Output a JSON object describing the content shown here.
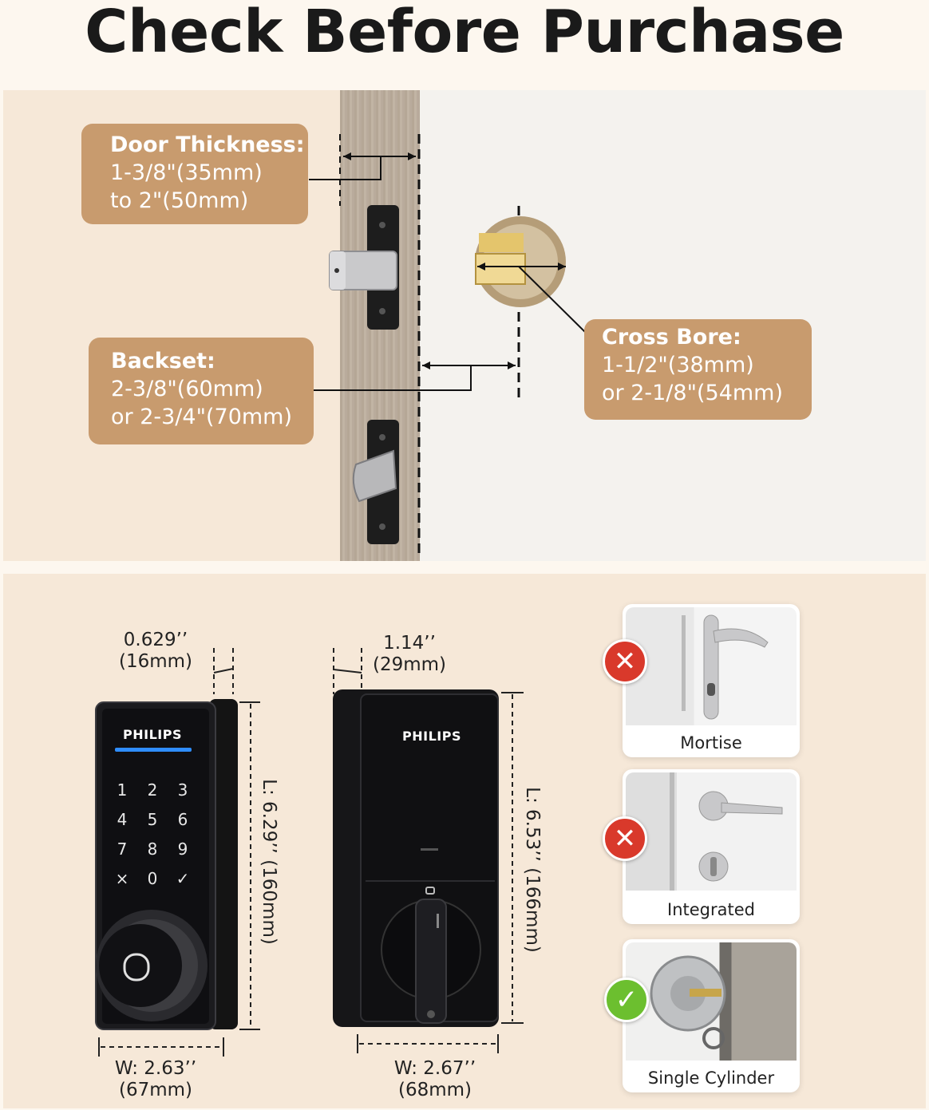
{
  "title": "Check Before Purchase",
  "door_specs": {
    "thickness": {
      "label": "Door Thickness:",
      "line1": "1-3/8\"(35mm)",
      "line2": "to 2\"(50mm)"
    },
    "backset": {
      "label": "Backset:",
      "line1": "2-3/8\"(60mm)",
      "line2": "or 2-3/4\"(70mm)"
    },
    "cross_bore": {
      "label": "Cross Bore:",
      "line1": "1-1/2\"(38mm)",
      "line2": "or 2-1/8\"(54mm)"
    }
  },
  "front_lock": {
    "brand": "PHILIPS",
    "depth": "0.629’’",
    "depth_mm": "(16mm)",
    "length": "L: 6.29’’ (160mm)",
    "width": "W: 2.63’’",
    "width_mm": "(67mm)",
    "keypad": [
      "1",
      "2",
      "3",
      "4",
      "5",
      "6",
      "7",
      "8",
      "9",
      "×",
      "0",
      "✓"
    ]
  },
  "back_lock": {
    "brand": "PHILIPS",
    "depth": "1.14’’",
    "depth_mm": "(29mm)",
    "length": "L: 6.53’’ (166mm)",
    "width": "W: 2.67’’",
    "width_mm": "(68mm)"
  },
  "compatibility": [
    {
      "label": "Mortise",
      "status": "incompatible",
      "icon": "x-mark",
      "color": "#d9392b"
    },
    {
      "label": "Integrated",
      "status": "incompatible",
      "icon": "x-mark",
      "color": "#d9392b"
    },
    {
      "label": "Single Cylinder",
      "status": "compatible",
      "icon": "check-mark",
      "color": "#6cbf2f"
    }
  ],
  "colors": {
    "badge": "#c89b6e",
    "panel": "#f6e8d8",
    "door_edge": "#b9ab9c"
  }
}
